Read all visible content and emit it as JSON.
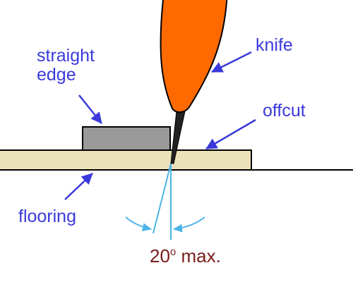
{
  "labels": {
    "straight_edge_line1": "straight",
    "straight_edge_line2": "edge",
    "knife": "knife",
    "offcut": "offcut",
    "flooring": "flooring",
    "angle_number": "20",
    "angle_degree": "o",
    "angle_suffix": " max."
  },
  "colors": {
    "label_text": "#3a3adb",
    "arrow": "#3a3adb",
    "angle_text": "#7a1a1a",
    "angle_lines": "#4cb3e6",
    "knife_body": "#ff6a00",
    "blade": "#222222",
    "flooring_fill": "#ece2b9",
    "straight_edge_fill": "#9a9a9a",
    "outline": "#000000"
  },
  "icons": {
    "knife": "utility-knife-icon",
    "arrow": "pointer-arrow-icon"
  }
}
